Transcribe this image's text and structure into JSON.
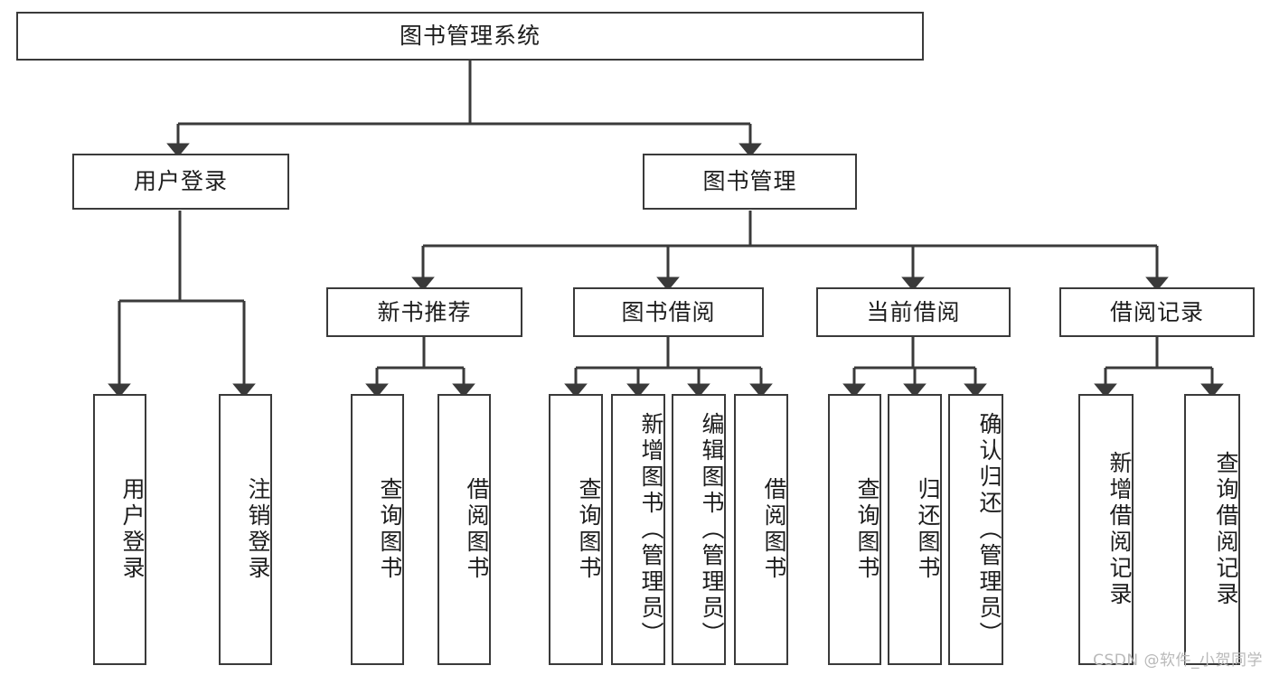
{
  "diagram": {
    "title": "图书管理系统",
    "type": "tree-hierarchy-diagram",
    "colors": {
      "line": "#3a3a3a",
      "box_border": "#3a3a3a",
      "box_fill": "#ffffff",
      "text": "#1d1d1d",
      "watermark": "#b9b9b9",
      "background": "#ffffff"
    },
    "root": {
      "label": "图书管理系统"
    },
    "level2": [
      {
        "label": "用户登录"
      },
      {
        "label": "图书管理"
      }
    ],
    "level3": [
      {
        "label": "新书推荐"
      },
      {
        "label": "图书借阅"
      },
      {
        "label": "当前借阅"
      },
      {
        "label": "借阅记录"
      }
    ],
    "leaves": {
      "user_login": [
        {
          "label": "用户登录"
        },
        {
          "label": "注销登录"
        }
      ],
      "new_book_recommend": [
        {
          "label": "查询图书"
        },
        {
          "label": "借阅图书"
        }
      ],
      "book_borrow": [
        {
          "label": "查询图书"
        },
        {
          "label": "新增图书（管理员）"
        },
        {
          "label": "编辑图书（管理员）"
        },
        {
          "label": "借阅图书"
        }
      ],
      "current_borrow": [
        {
          "label": "查询图书"
        },
        {
          "label": "归还图书"
        },
        {
          "label": "确认归还（管理员）"
        }
      ],
      "borrow_record": [
        {
          "label": "新增借阅记录"
        },
        {
          "label": "查询借阅记录"
        }
      ]
    },
    "watermark": "CSDN @软件_小贺同学"
  }
}
